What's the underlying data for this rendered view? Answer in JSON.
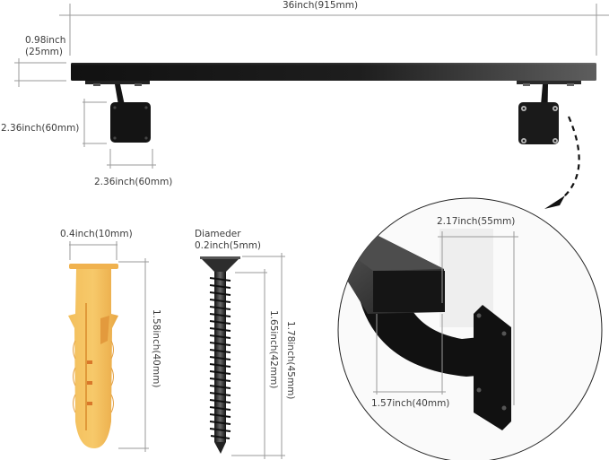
{
  "diagram": {
    "title": "Handrail dimension diagram",
    "colors": {
      "rail": "#151515",
      "rail_highlight": "#5a5a5a",
      "bracket": "#1a1a1a",
      "anchor": "#f2b54a",
      "anchor_shadow": "#d98c2a",
      "screw": "#2a2a2a",
      "dim_line": "#9a9a9a",
      "label": "#3c3c3c"
    },
    "rail": {
      "length_label": "36inch(915mm)",
      "height_label_line1": "0.98inch",
      "height_label_line2": "(25mm)"
    },
    "bracket_plate": {
      "height_label": "2.36inch(60mm)",
      "width_label": "2.36inch(60mm)"
    },
    "wall_anchor": {
      "diameter_label": "0.4inch(10mm)",
      "length_label": "1.58inch(40mm)"
    },
    "screw": {
      "diameter_caption": "Diameder",
      "diameter_label": "0.2inch(5mm)",
      "thread_length_label": "1.65inch(42mm)",
      "total_length_label": "1.78inch(45mm)"
    },
    "detail_view": {
      "projection_label": "2.17inch(55mm)",
      "drop_label": "1.57inch(40mm)",
      "arrow": "dashed-curved-arrow"
    }
  }
}
